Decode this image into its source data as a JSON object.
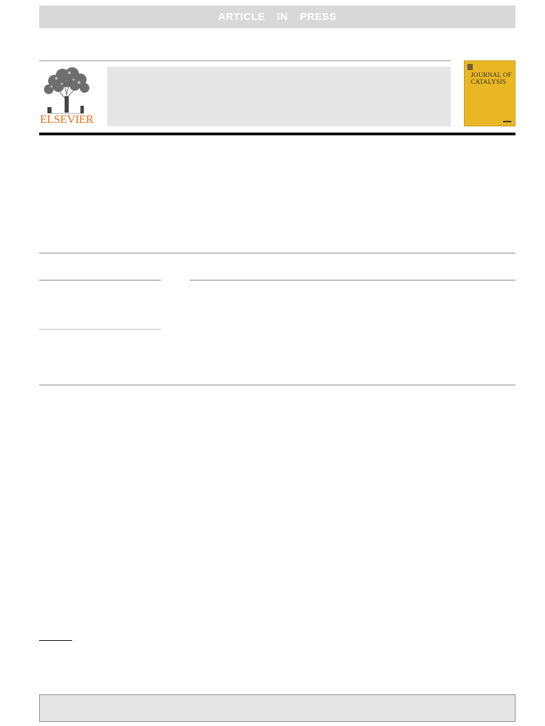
{
  "banner": {
    "text": "ARTICLE  IN  PRESS"
  },
  "publisher": {
    "name": "ELSEVIER",
    "logo_icon": "tree-logo-icon",
    "brand_color": "#e9711c"
  },
  "journal_cover": {
    "title_line1": "JOURNAL OF",
    "title_line2": "CATALYSIS",
    "background_color": "#e8b723"
  },
  "colors": {
    "banner_bg": "#d8d8d8",
    "masthead_bg": "#e5e5e5",
    "citation_bg": "#e5e5e5"
  }
}
